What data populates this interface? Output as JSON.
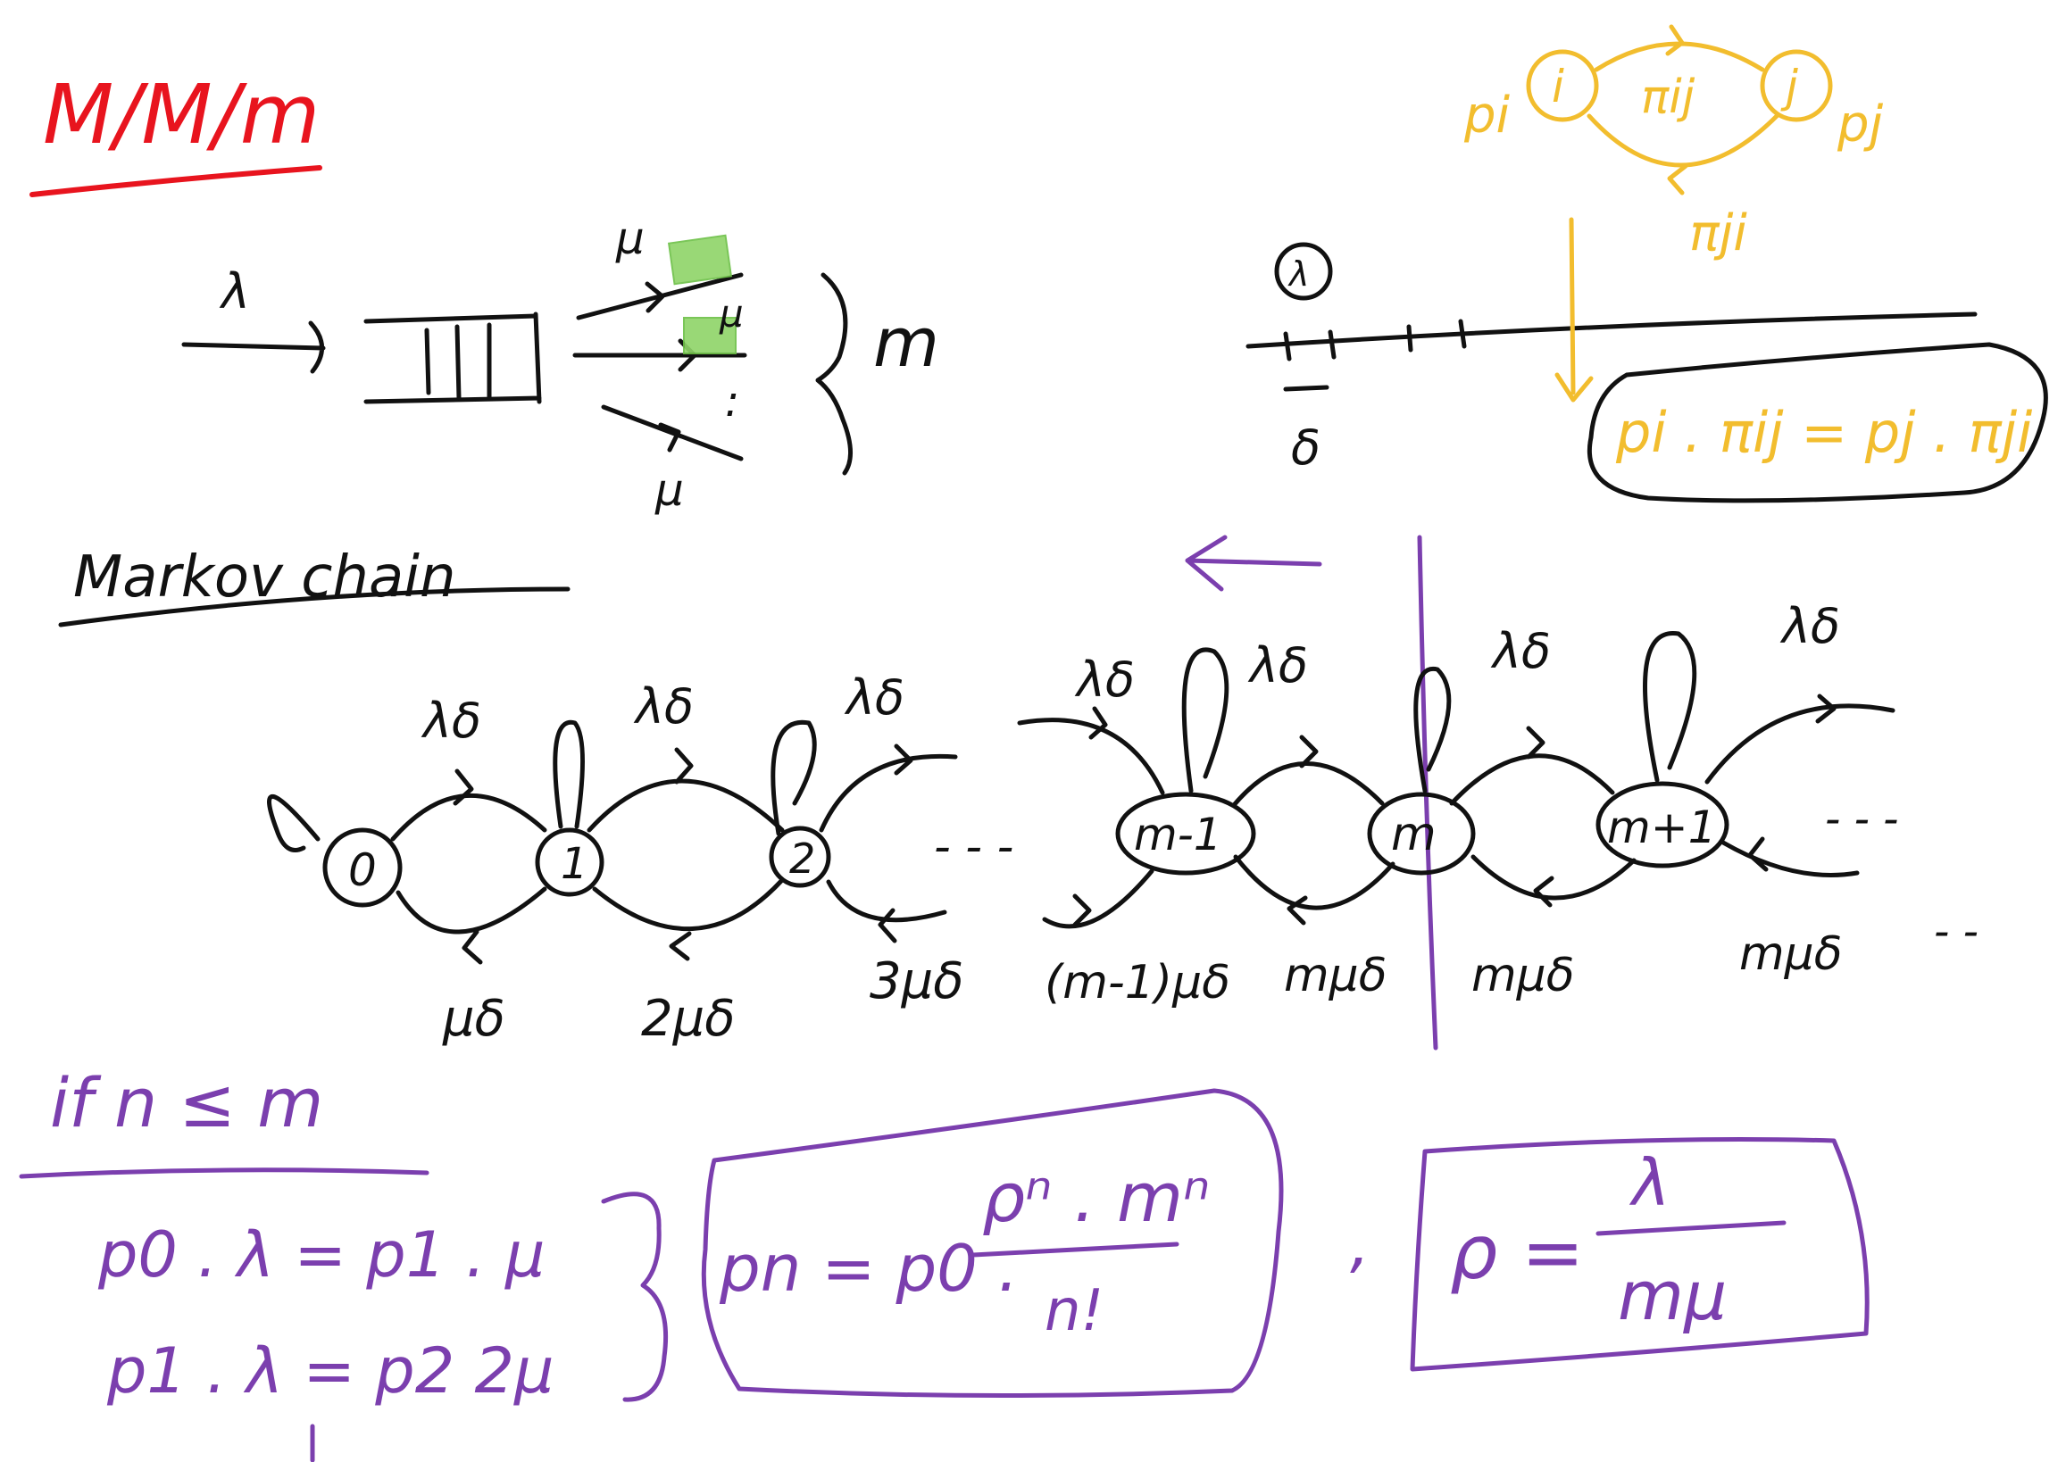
{
  "title": "M/M/m",
  "colors": {
    "black": "#111111",
    "red": "#e8141e",
    "purple": "#7b3fae",
    "yellow": "#f2bd2e",
    "green": "#8fd468"
  },
  "queue": {
    "arrival_rate": "λ",
    "server_rates": [
      "μ",
      "μ",
      "μ"
    ],
    "dots": ":",
    "server_count": "m"
  },
  "timeline": {
    "top_label": "λ",
    "bottom_label": "δ"
  },
  "balance": {
    "left_prob": "pi",
    "node_i": "i",
    "node_j": "j",
    "rate_ij": "πij",
    "rate_ji": "πji",
    "right_prob": "pj",
    "equation": "pi . πij = pj . πji"
  },
  "markov_title": "Markov chain",
  "chain": {
    "states": [
      "0",
      "1",
      "2",
      "m-1",
      "m",
      "m+1"
    ],
    "forward_labels": [
      "λδ",
      "λδ",
      "λδ",
      "λδ",
      "λδ",
      "λδ",
      "λδ"
    ],
    "backward_labels": [
      "μδ",
      "2μδ",
      "3μδ",
      "(m-1)μδ",
      "mμδ",
      "mμδ",
      "mμδ"
    ],
    "ellipsis": "- - -",
    "trailing": "- -"
  },
  "formulas": {
    "condition": "if n ≤ m",
    "eq1": "p0 . λ = p1 . μ",
    "eq2": "p1 . λ = p2  2μ",
    "pn_lhs": "pn = p0 .",
    "pn_numerator": "ρⁿ . mⁿ",
    "pn_denominator": "n!",
    "comma": ",",
    "rho_lhs": "ρ =",
    "rho_numerator": "λ",
    "rho_denominator": "mμ"
  }
}
